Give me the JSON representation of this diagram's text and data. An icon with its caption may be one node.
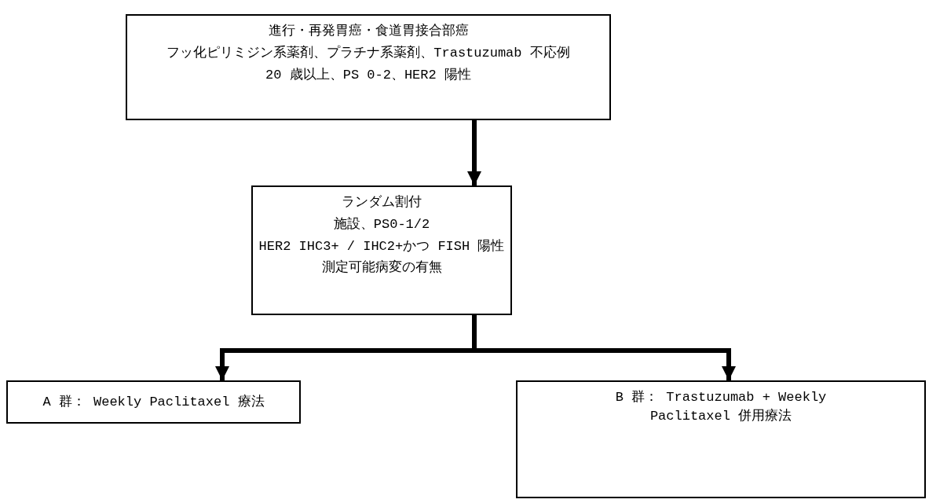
{
  "diagram": {
    "nodes": [
      {
        "text": [
          "進行・再発胃癌・食道胃接合部癌",
          "フッ化ピリミジン系薬剤、プラチナ系薬剤、Trastuzumab 不応例",
          "20 歳以上、PS 0-2、HER2 陽性"
        ]
      },
      {
        "text": [
          "ランダム割付",
          "施設、PS0-1/2",
          "HER2 IHC3+ / IHC2+かつ FISH 陽性",
          "測定可能病変の有無"
        ]
      },
      {
        "text": [
          "A 群： Weekly Paclitaxel 療法"
        ]
      },
      {
        "text": [
          "B 群： Trastuzumab + Weekly Paclitaxel 併用療法"
        ]
      }
    ],
    "edges": [
      {
        "from": 0,
        "to": 1,
        "arrow": "to"
      },
      {
        "from": 1,
        "to": 2,
        "arrow": "to"
      },
      {
        "from": 1,
        "to": 3,
        "arrow": "to"
      }
    ]
  }
}
